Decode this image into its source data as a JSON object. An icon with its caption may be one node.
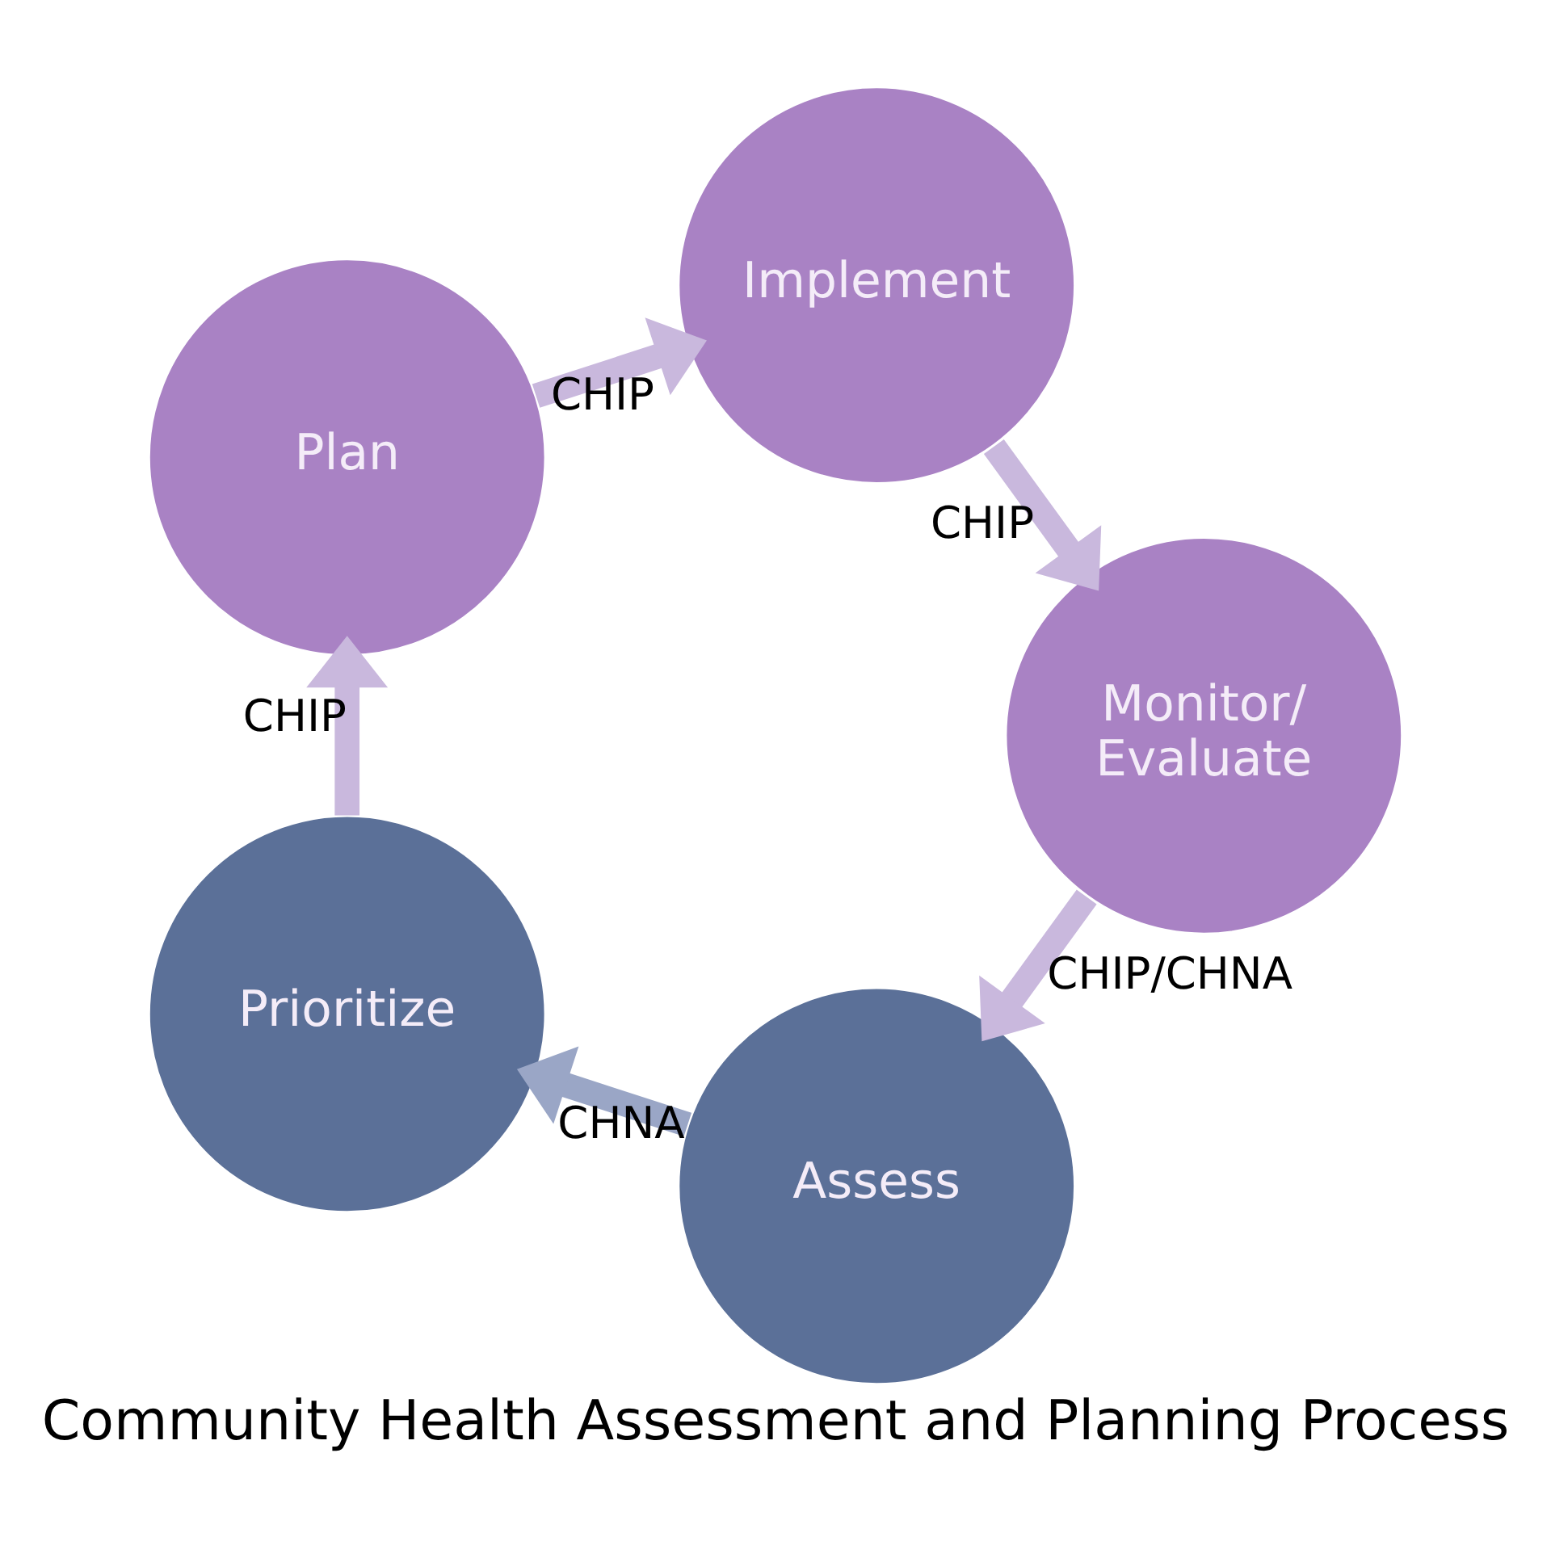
{
  "diagram": {
    "title": "Community Health Assessment and Planning Process",
    "nodes": [
      {
        "text": [
          "Assess"
        ]
      },
      {
        "text": [
          "Prioritize"
        ]
      },
      {
        "text": [
          "Plan"
        ]
      },
      {
        "text": [
          "Implement"
        ]
      },
      {
        "text": [
          "Monitor/ Evaluate"
        ]
      }
    ],
    "edges": [
      {
        "from": 0,
        "to": 1,
        "arrow": "to",
        "label": "CHNA",
        "color": "#9aa6c6"
      },
      {
        "from": 1,
        "to": 2,
        "arrow": "to",
        "label": "CHIP"
      },
      {
        "from": 2,
        "to": 3,
        "arrow": "to",
        "label": "CHIP"
      },
      {
        "from": 3,
        "to": 4,
        "arrow": "to",
        "label": "CHIP"
      },
      {
        "from": 4,
        "to": 0,
        "arrow": "to",
        "label": "CHIP/CHNA"
      }
    ]
  }
}
